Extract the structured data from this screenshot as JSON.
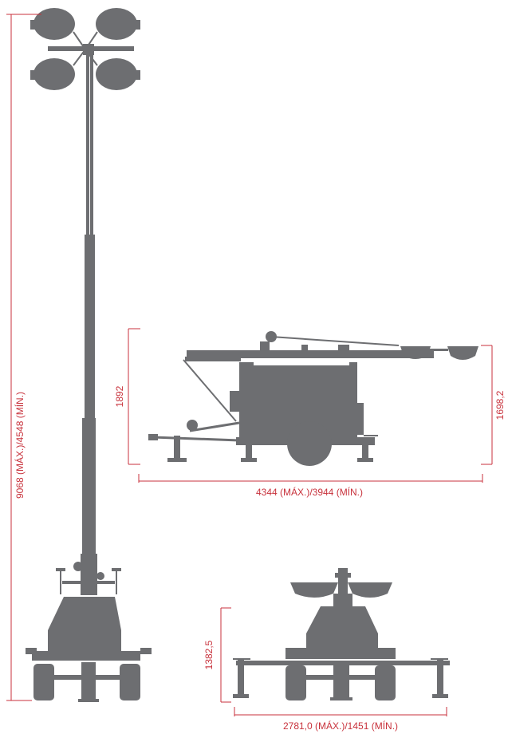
{
  "dimensions": {
    "mast_height": "9068 (MÁX.)/4548 (MÍN.)",
    "side_height": "1892",
    "side_length": "4344 (MÁX.)/3944 (MÍN.)",
    "side_right_height": "1698,2",
    "rear_height": "1382,5",
    "rear_width": "2781,0 (MÁX.)/1451 (MÍN.)"
  },
  "colors": {
    "dimension": "#c8323c",
    "equipment": "#6d6e71"
  }
}
